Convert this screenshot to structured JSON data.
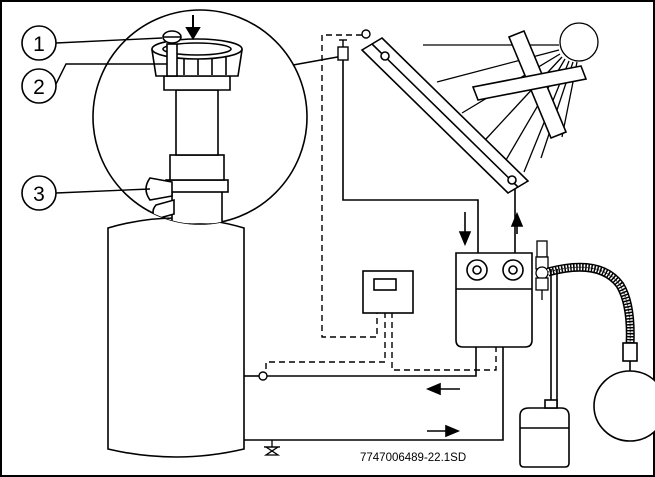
{
  "callouts": [
    {
      "label": "1"
    },
    {
      "label": "2"
    },
    {
      "label": "3"
    }
  ],
  "figure_code": "7747006489-22.1SD",
  "colors": {
    "line": "#000000",
    "background": "#ffffff",
    "tank_fill": "#ffffff"
  }
}
